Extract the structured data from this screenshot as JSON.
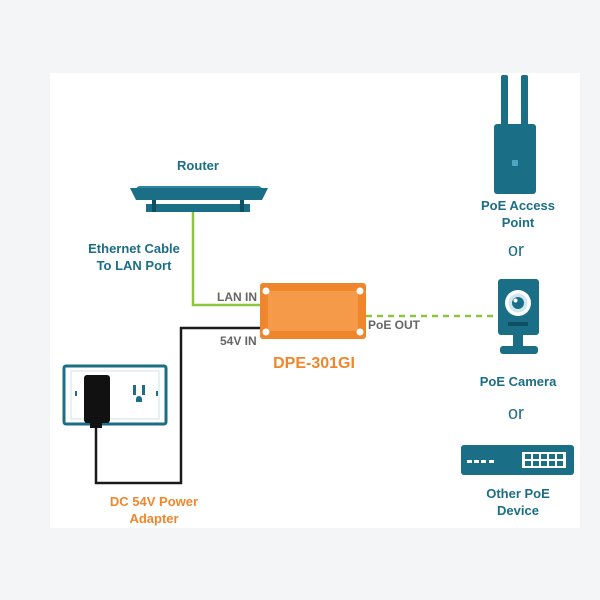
{
  "labels": {
    "router": "Router",
    "ethernet_cable": [
      "Ethernet Cable",
      "To LAN Port"
    ],
    "lan_in": "LAN IN",
    "v54_in": "54V IN",
    "poe_out": "PoE OUT",
    "device_name": "DPE-301GI",
    "power_adapter": [
      "DC 54V Power",
      "Adapter"
    ],
    "access_point": [
      "PoE Access",
      "Point"
    ],
    "or_1": "or",
    "camera": "PoE Camera",
    "or_2": "or",
    "other_device": [
      "Other PoE",
      "Device"
    ]
  },
  "icons": {
    "router": "router-icon",
    "injector": "poe-injector-icon",
    "outlet": "wall-outlet-icon",
    "adapter": "power-adapter-icon",
    "access_point": "access-point-icon",
    "camera": "ip-camera-icon",
    "switch": "network-switch-icon"
  },
  "colors": {
    "teal": "#1a6e86",
    "orange": "#f0862c",
    "green_cable": "#8cc63f",
    "black_cable": "#1a1a1a"
  }
}
